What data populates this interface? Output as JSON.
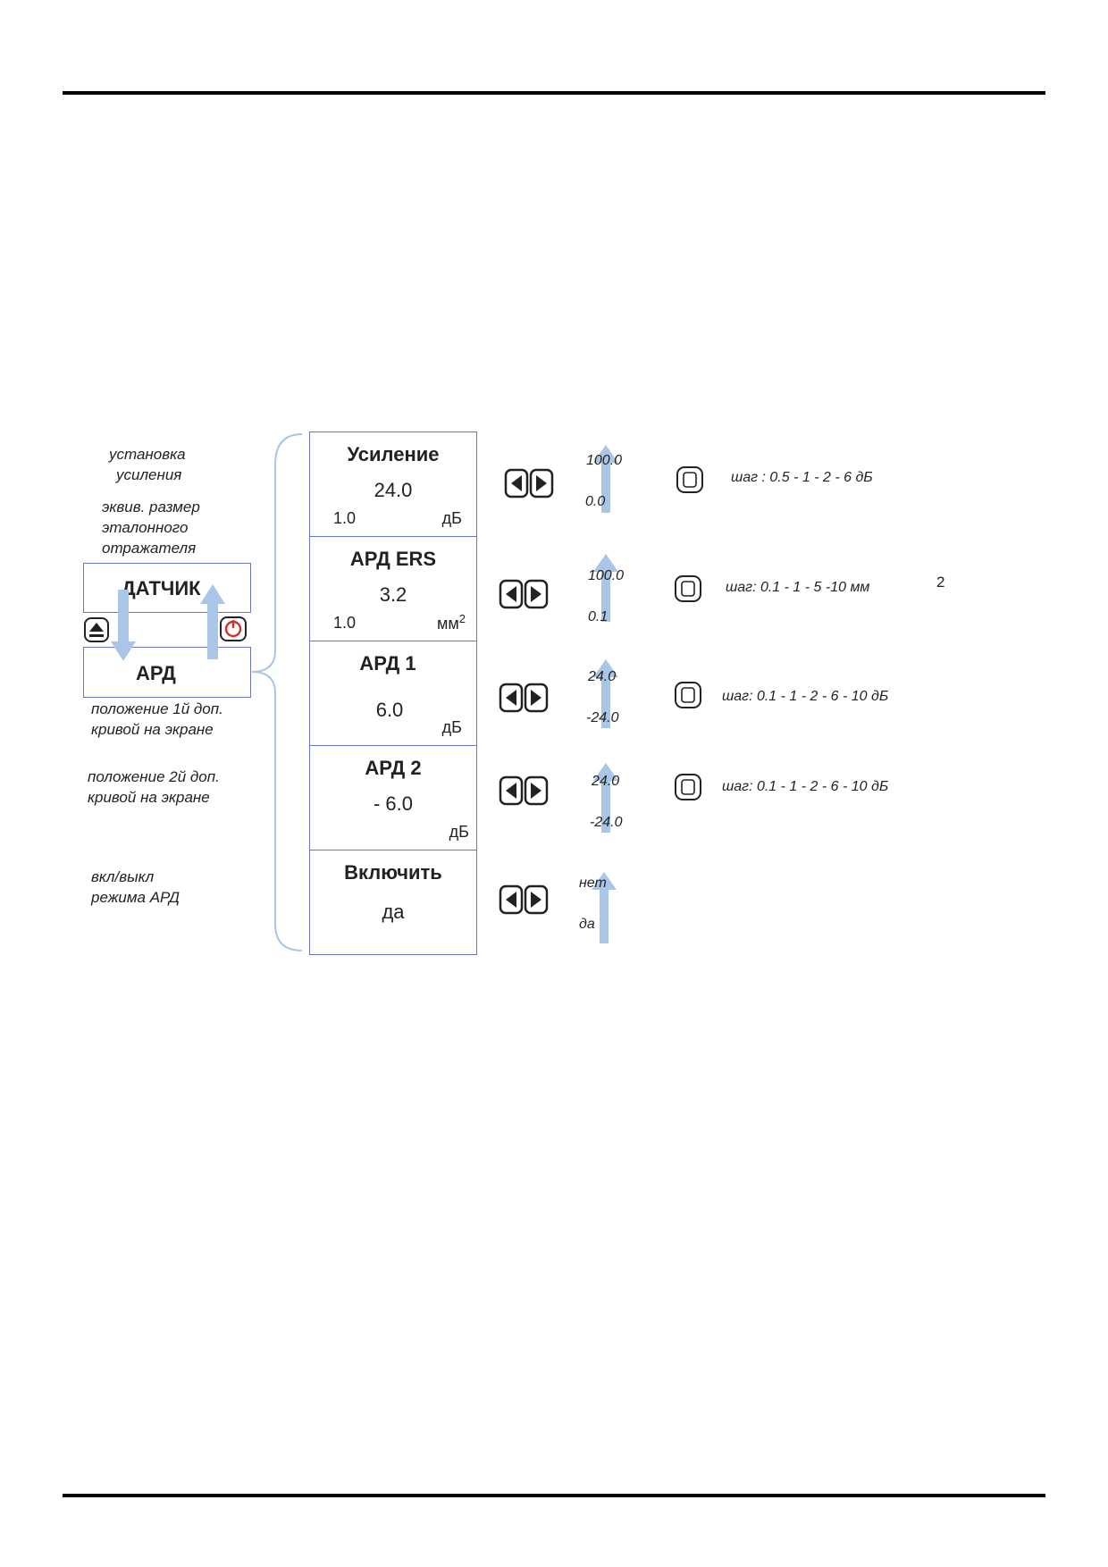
{
  "annotations": {
    "gain_setting": [
      "установка",
      "усиления"
    ],
    "ers_size": [
      "эквив. размер",
      "эталонного",
      "отражателя"
    ],
    "curve1_position": [
      "положение 1й доп.",
      "кривой на экране"
    ],
    "curve2_position": [
      "положение 2й доп.",
      "кривой на экране"
    ],
    "dac_toggle": [
      "вкл/выкл",
      "режима АРД"
    ]
  },
  "menu": {
    "sensor_label": "ДАТЧИК",
    "ard_label": "АРД"
  },
  "params": [
    {
      "title": "Усиление",
      "value": "24.0",
      "step": "1.0",
      "unit": "дБ",
      "range_max": "100.0",
      "range_min": "0.0",
      "step_note": "шаг : 0.5 - 1 - 2  - 6 дБ"
    },
    {
      "title": "АРД ERS",
      "value": "3.2",
      "step": "1.0",
      "unit": "мм",
      "unit_sup": "2",
      "range_max": "100.0",
      "range_min": "0.1",
      "step_note": "шаг: 0.1 - 1 - 5 -10 мм",
      "step_note_sup": "2"
    },
    {
      "title": "АРД 1",
      "value": "6.0",
      "step": "",
      "unit": "дБ",
      "range_max": "24.0",
      "range_min": "-24.0",
      "step_note": "шаг: 0.1 - 1 - 2 - 6 - 10 дБ"
    },
    {
      "title": "АРД 2",
      "value": "- 6.0",
      "step": "",
      "unit": "дБ",
      "range_max": "24.0",
      "range_min": "-24.0",
      "step_note": "шаг: 0.1 - 1 - 2 - 6 - 10 дБ"
    },
    {
      "title": "Включить",
      "value": "да",
      "step": "",
      "unit": "",
      "range_max": "нет",
      "range_min": "да",
      "step_note": ""
    }
  ],
  "colors": {
    "border": "#6e74c4",
    "arrow": "#a9c6e6",
    "power_icon": "#d0332e"
  }
}
